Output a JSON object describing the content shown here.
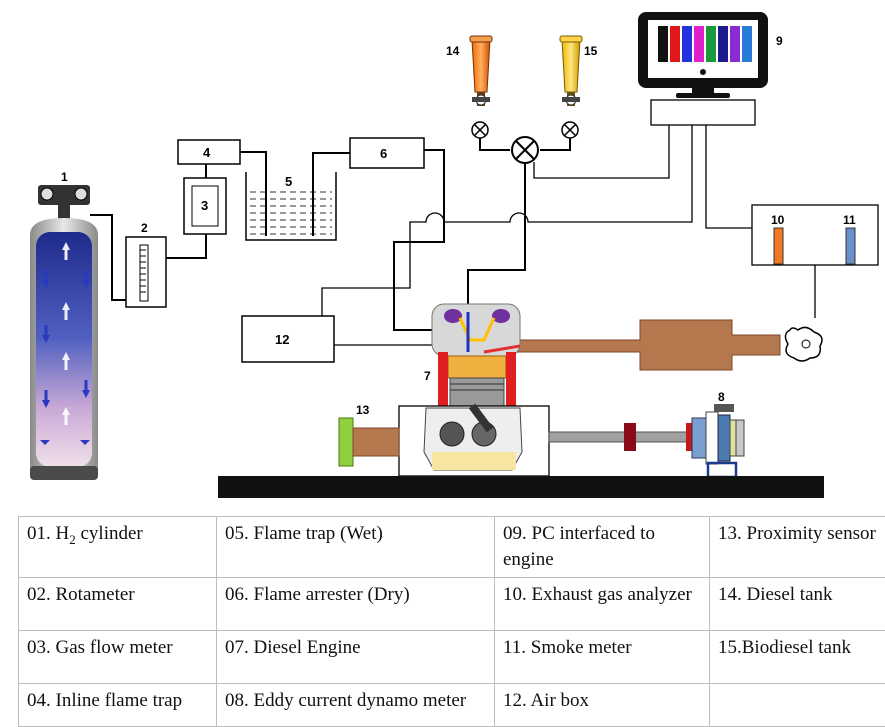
{
  "diagram": {
    "component_numbers": [
      "1",
      "2",
      "3",
      "4",
      "5",
      "6",
      "7",
      "8",
      "9",
      "10",
      "11",
      "12",
      "13",
      "14",
      "15"
    ],
    "monitor_bar_colors": [
      "#111111",
      "#e01818",
      "#2233dd",
      "#e020c8",
      "#1a9a3a",
      "#1b1b8a",
      "#8a2ad0",
      "#2a7ad8"
    ]
  },
  "legend": {
    "rows": [
      [
        {
          "pre": "01. H",
          "sub": "2",
          "post": " cylinder"
        },
        {
          "text": "05. Flame trap (Wet)"
        },
        {
          "text": "09. PC interfaced to engine"
        },
        {
          "text": "13. Proximity sensor"
        }
      ],
      [
        {
          "text": "02. Rotameter"
        },
        {
          "text": "06. Flame arrester (Dry)"
        },
        {
          "text": "10. Exhaust gas analyzer"
        },
        {
          "text": "14. Diesel tank"
        }
      ],
      [
        {
          "text": "03. Gas flow meter"
        },
        {
          "text": "07. Diesel Engine"
        },
        {
          "text": "11. Smoke meter"
        },
        {
          "text": "15.Biodiesel tank"
        }
      ],
      [
        {
          "text": "04. Inline flame trap"
        },
        {
          "text": "08. Eddy current dynamo meter"
        },
        {
          "text": "12. Air box"
        },
        {
          "text": ""
        }
      ]
    ]
  }
}
